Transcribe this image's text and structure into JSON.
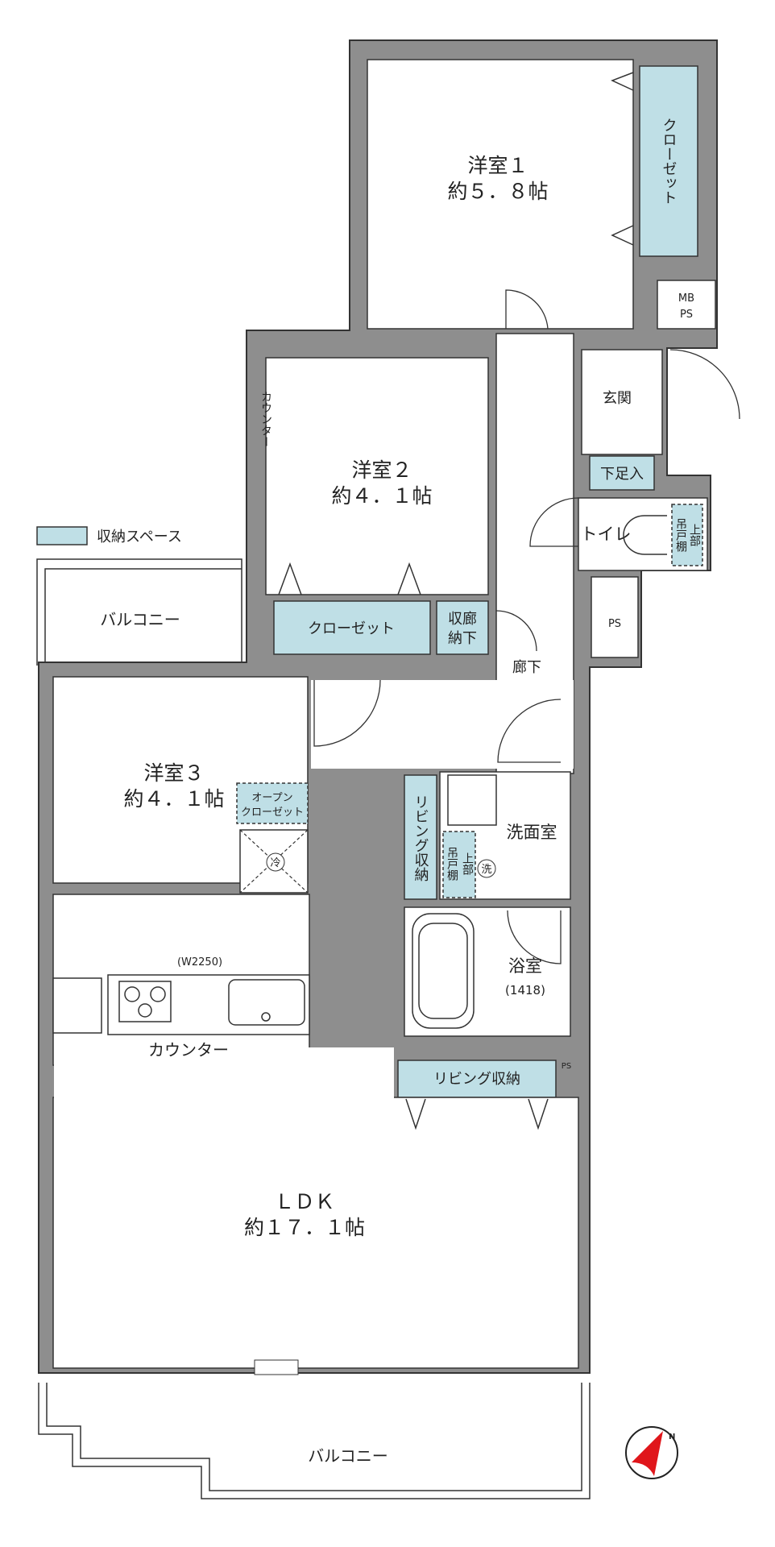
{
  "legend": {
    "label": "収納スペース",
    "color": "#bfdfe6"
  },
  "rooms": {
    "western1": {
      "name": "洋室１",
      "size": "約５．８帖",
      "closet": "クローゼット"
    },
    "western2": {
      "name": "洋室２",
      "size": "約４．１帖",
      "closet": "クローゼット",
      "counter": "カウンター"
    },
    "western3": {
      "name": "洋室３",
      "size": "約４．１帖",
      "open_closet_1": "オープン",
      "open_closet_2": "クローゼット"
    },
    "ldk": {
      "name": "ＬＤＫ",
      "size": "約１７．１帖"
    },
    "hall_storage": {
      "line1": "収廊",
      "line2": "納下"
    },
    "hallway": "廊下",
    "entrance": "玄関",
    "shoe_storage": "下足入",
    "toilet": {
      "name": "トイレ",
      "shelf": "吊戸棚",
      "upper": "上部"
    },
    "ps": "PS",
    "mbps": {
      "line1": "MB",
      "line2": "PS"
    },
    "washroom": {
      "name": "洗面室",
      "shelf": "吊戸棚",
      "upper": "上部",
      "washer": "洗"
    },
    "bath": {
      "name": "浴室",
      "size": "(1418)"
    },
    "living_storage_v": "リビング収納",
    "living_storage_h": "リビング収納",
    "kitchen": {
      "width": "(W2250)",
      "counter": "カウンター",
      "fridge": "冷"
    },
    "ps_small": "PS"
  },
  "balconies": {
    "upper": "バルコニー",
    "lower": "バルコニー"
  },
  "compass": {
    "label": "N",
    "color": "#e0161b"
  },
  "colors": {
    "wall": "#8e8e8e",
    "storage": "#bfdfe6"
  }
}
